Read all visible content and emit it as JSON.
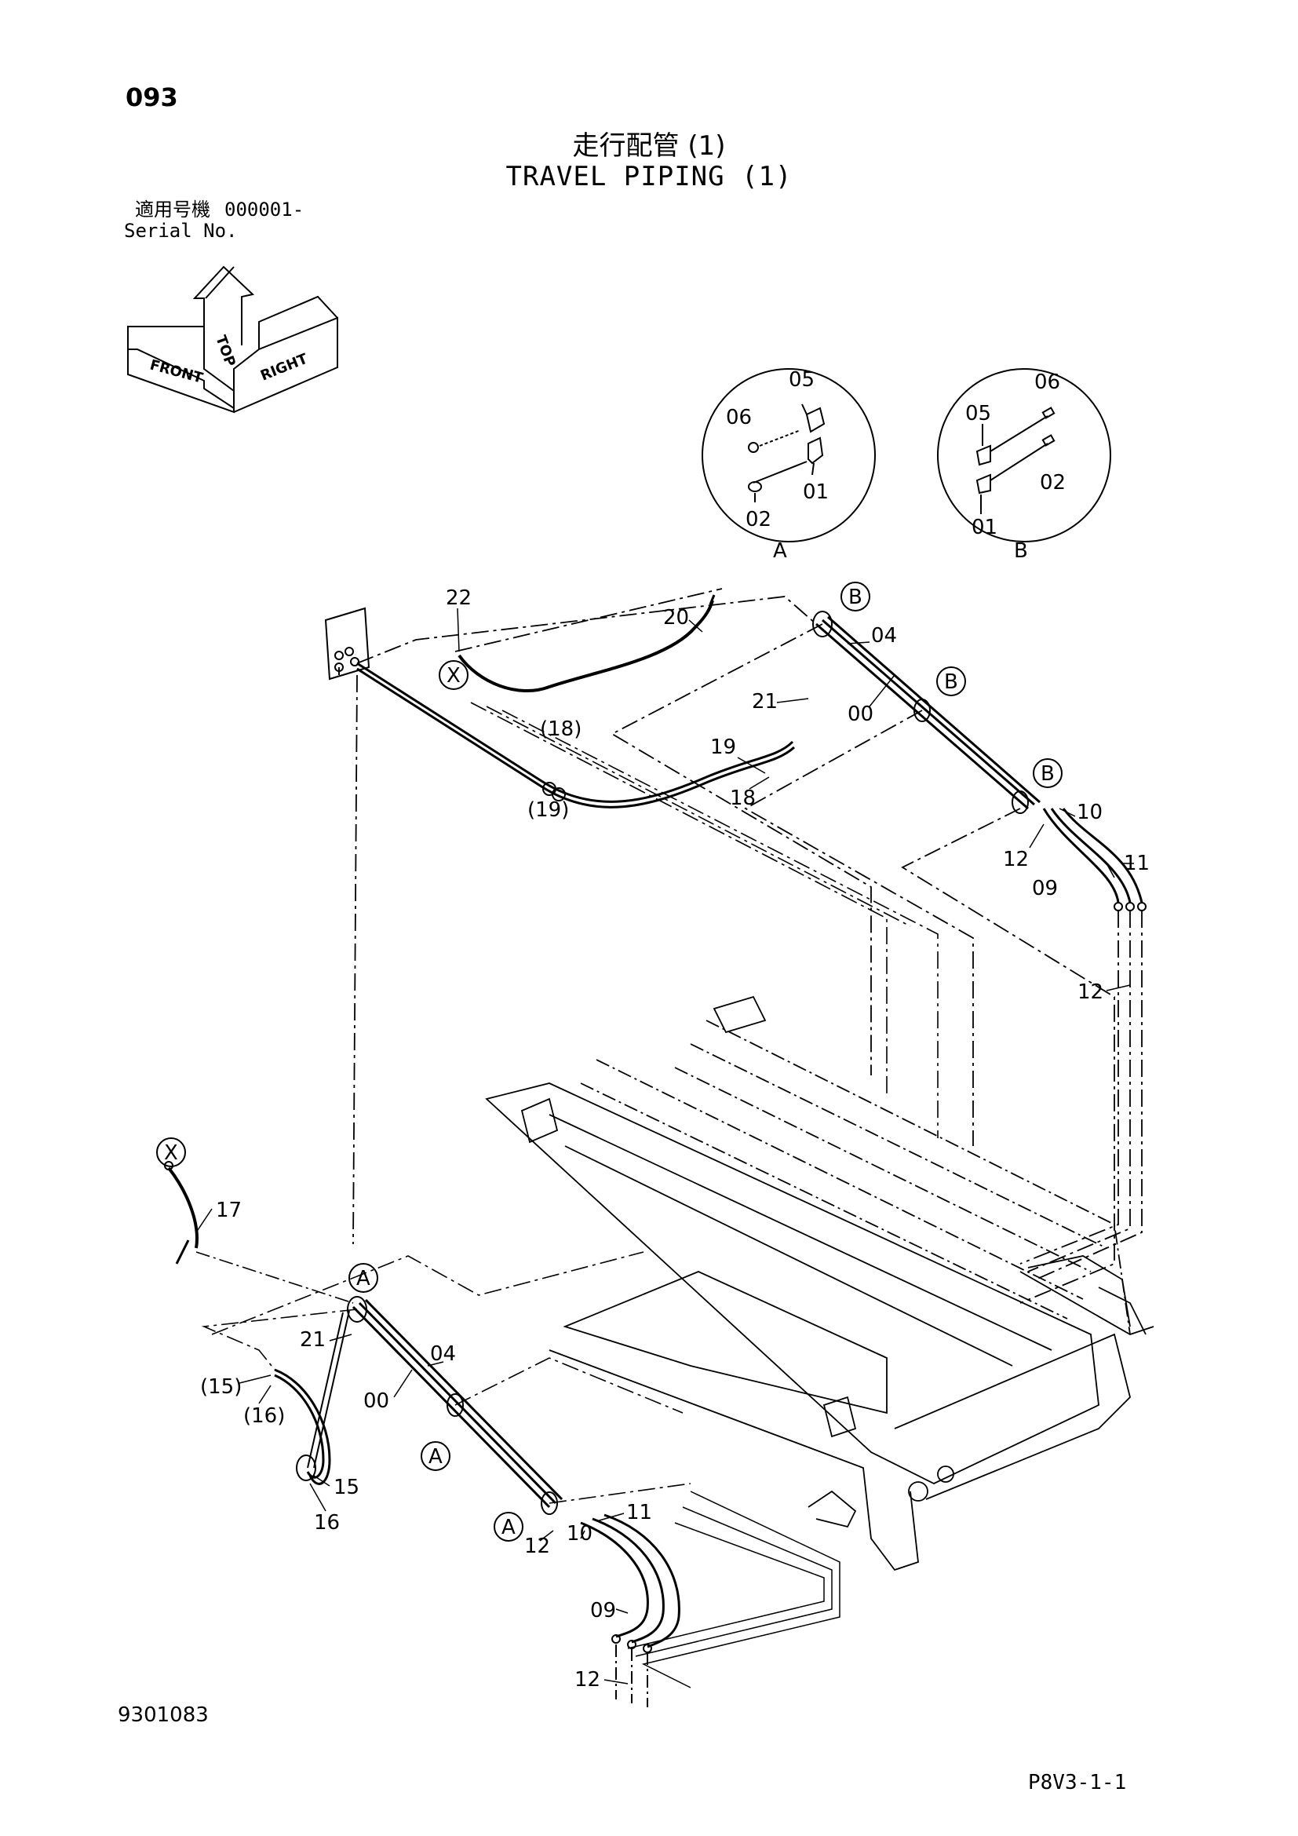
{
  "header": {
    "page_number": "093",
    "title_jp": "走行配管 (1)",
    "title_en": "TRAVEL PIPING (1)",
    "serial_label_jp": "適用号機",
    "serial_value": "000001-",
    "serial_label_en": "Serial No."
  },
  "orientation": {
    "front": "FRONT",
    "top": "TOP",
    "right": "RIGHT"
  },
  "details": [
    {
      "letter": "A",
      "labels": [
        "05",
        "06",
        "01",
        "02"
      ]
    },
    {
      "letter": "B",
      "labels": [
        "06",
        "05",
        "02",
        "01"
      ]
    }
  ],
  "callouts": {
    "upper": [
      "22",
      "20",
      "04",
      "00",
      "21",
      "19",
      "18",
      "(18)",
      "(19)",
      "10",
      "12",
      "09",
      "11",
      "12"
    ],
    "lower": [
      "17",
      "21",
      "04",
      "00",
      "(15)",
      "(16)",
      "15",
      "16",
      "12",
      "11",
      "10",
      "09",
      "12"
    ],
    "markers": [
      "B",
      "B",
      "B",
      "A",
      "A",
      "A",
      "X",
      "X"
    ]
  },
  "footer": {
    "catalog_number": "9301083",
    "page_code": "P8V3-1-1"
  }
}
